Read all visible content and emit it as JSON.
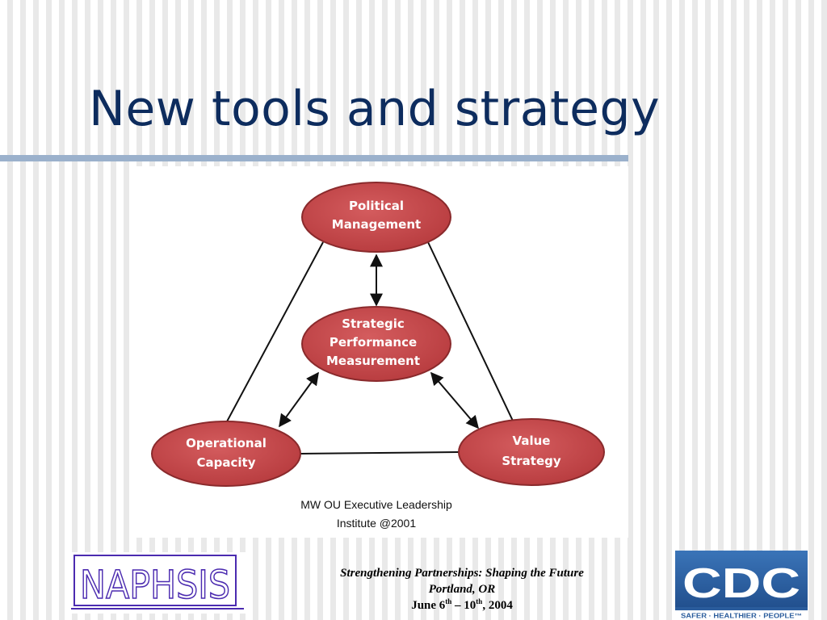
{
  "slide": {
    "title": "New tools and strategy"
  },
  "diagram": {
    "nodes": {
      "political": [
        "Political",
        "Management"
      ],
      "strategic": [
        "Strategic",
        "Performance",
        "Measurement"
      ],
      "operational": [
        "Operational",
        "Capacity"
      ],
      "value": [
        "Value",
        "Strategy"
      ]
    },
    "credit": [
      "MW OU Executive Leadership",
      "Institute @2001"
    ],
    "node_fill": "#c9474a",
    "node_stroke": "#8a2a2c"
  },
  "footer": {
    "line1": "Strengthening Partnerships: Shaping the Future",
    "line2": "Portland, OR",
    "date_a": "June 6",
    "date_a_sup": "th",
    "date_b": " – 10",
    "date_b_sup": "th",
    "date_c": ", 2004"
  },
  "logos": {
    "naphsis": "NAPHSIS",
    "cdc": "CDC",
    "cdc_tagline": "SAFER · HEALTHIER · PEOPLE™"
  },
  "colors": {
    "title": "#0d2c5e",
    "rule": "#9bb1cc",
    "cdc_blue": "#2a5c9c",
    "naphsis_purple": "#4b2bb0"
  }
}
